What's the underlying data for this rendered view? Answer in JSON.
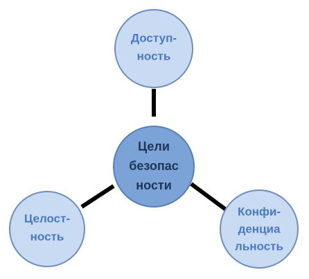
{
  "diagram": {
    "center": {
      "lines": [
        "Цели",
        "безопас",
        "ности"
      ]
    },
    "top": {
      "lines": [
        "Доступ-",
        "ность"
      ]
    },
    "left": {
      "lines": [
        "Целост-",
        "ность"
      ]
    },
    "right": {
      "lines": [
        "Конфи-",
        "денциа",
        "льность"
      ]
    }
  },
  "colors": {
    "outer_fill": "#c8dbf3",
    "center_fill": "#7ba3d8",
    "outer_text": "#4a79c0",
    "center_text": "#1f3556",
    "connector": "#000000"
  }
}
